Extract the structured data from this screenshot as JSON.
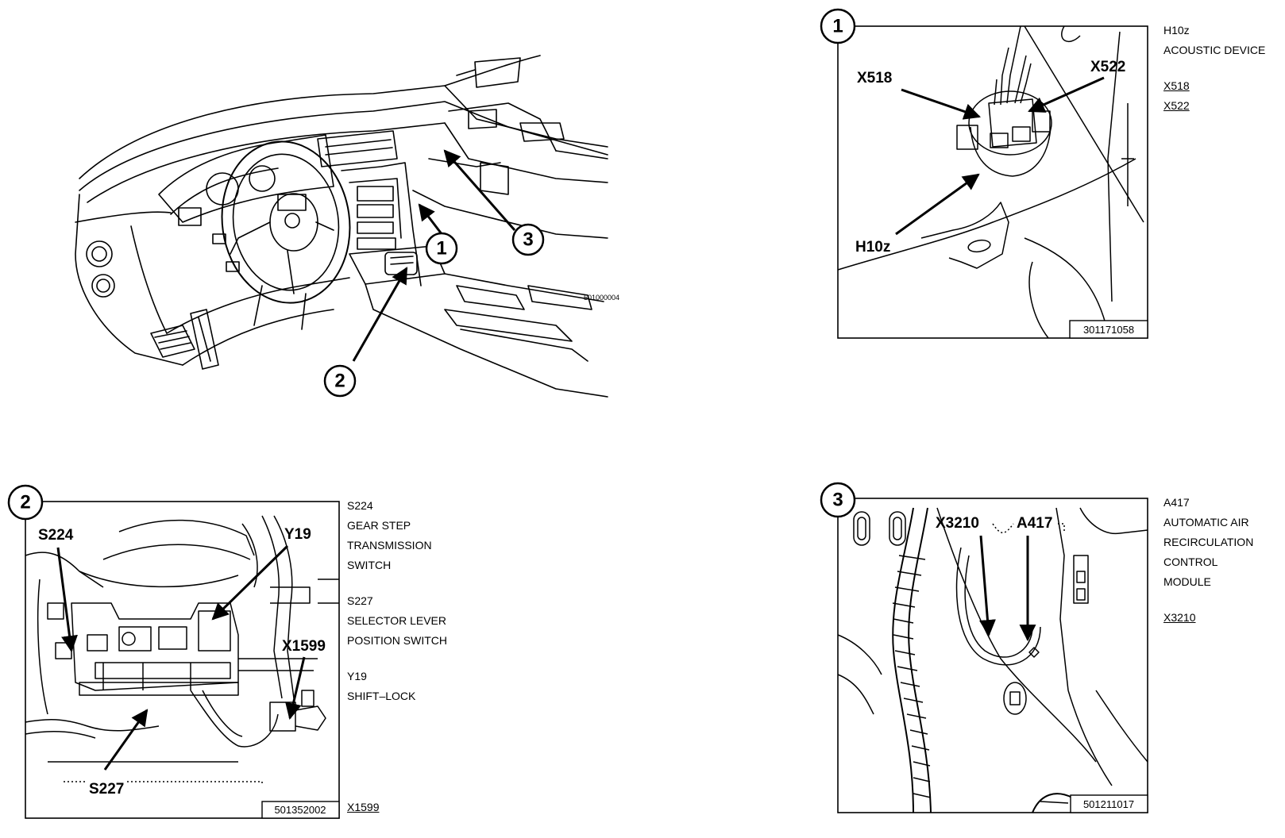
{
  "overview": {
    "callouts": [
      "1",
      "2",
      "3"
    ],
    "image_ref": "501000004"
  },
  "panel1": {
    "number": "1",
    "labels": {
      "x518": "X518",
      "x522": "X522",
      "h10z": "H10z"
    },
    "ref_code": "301171058",
    "legend": {
      "code": "H10z",
      "desc": "ACOUSTIC DEVICE",
      "connectors": [
        "X518",
        "X522"
      ]
    }
  },
  "panel2": {
    "number": "2",
    "labels": {
      "s224": "S224",
      "y19": "Y19",
      "x1599": "X1599",
      "s227": "S227"
    },
    "ref_code": "501352002",
    "legend": {
      "s224_code": "S224",
      "s224_desc": [
        "GEAR STEP",
        "TRANSMISSION",
        "SWITCH"
      ],
      "s227_code": "S227",
      "s227_desc": [
        "SELECTOR LEVER",
        "POSITION SWITCH"
      ],
      "y19_code": "Y19",
      "y19_desc": [
        "SHIFT–LOCK"
      ],
      "connector": "X1599"
    }
  },
  "panel3": {
    "number": "3",
    "labels": {
      "x3210": "X3210",
      "a417": "A417"
    },
    "ref_code": "501211017",
    "legend": {
      "code": "A417",
      "desc": [
        "AUTOMATIC AIR",
        "RECIRCULATION",
        "CONTROL",
        "MODULE"
      ],
      "connector": "X3210"
    }
  }
}
